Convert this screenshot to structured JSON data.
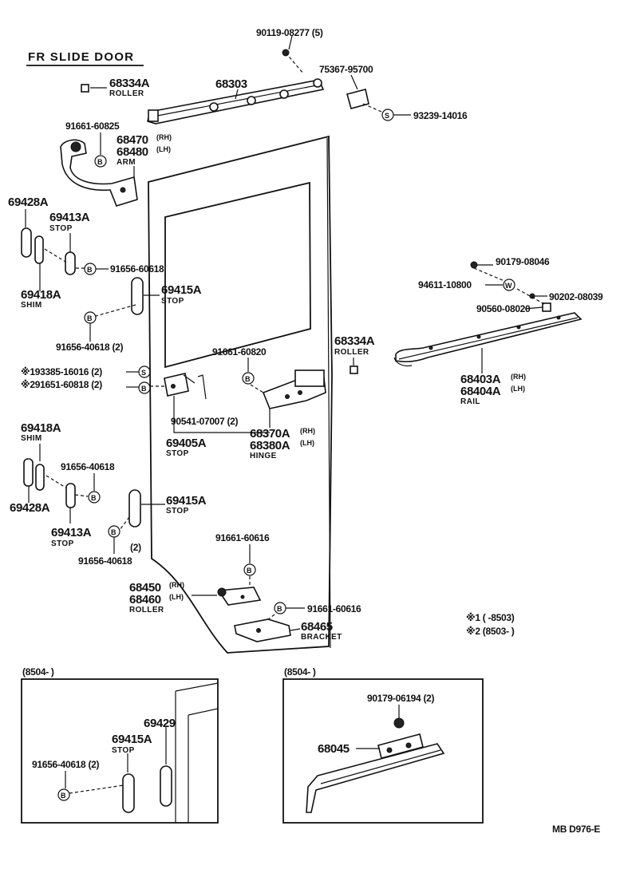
{
  "title": "FR SLIDE DOOR",
  "footer_code": "MB  D976-E",
  "labels": {
    "l01": "90119-08277 (5)",
    "l02": "75367-95700",
    "l03": "68334A",
    "l03s": "ROLLER",
    "l04": "68303",
    "l05": "93239-14016",
    "l06": "91661-60825",
    "l07a": "68470",
    "l07b": "68480",
    "l07s": "ARM",
    "l08": "69428A",
    "l09": "69413A",
    "l09s": "STOP",
    "l10": "91656-60618",
    "l11": "69418A",
    "l11s": "SHIM",
    "l12": "69415A",
    "l12s": "STOP",
    "l13": "91656-40618 (2)",
    "l14": "90179-08046",
    "l15": "94611-10800",
    "l16": "90202-08039",
    "l17": "90560-08020",
    "l18": "68334A",
    "l18s": "ROLLER",
    "l19": "91661-60820",
    "l20": "※193385-16016 (2)",
    "l21": "※291651-60818 (2)",
    "l22a": "68403A",
    "l22b": "68404A",
    "l22s": "RAIL",
    "l23": "90541-07007 (2)",
    "l24": "69405A",
    "l24s": "STOP",
    "l25a": "68370A",
    "l25b": "68380A",
    "l25s": "HINGE",
    "l26": "69418A",
    "l26s": "SHIM",
    "l27": "91656-40618",
    "l28": "69428A",
    "l29": "69415A",
    "l29s": "STOP",
    "l30": "69413A",
    "l30s": "STOP",
    "l31": "(2)",
    "l32": "91656-40618",
    "l33": "91661-60616",
    "l34a": "68450",
    "l34b": "68460",
    "l34s": "ROLLER",
    "l35": "91661-60616",
    "l36": "68465",
    "l36s": "BRACKET",
    "rh": "(RH)",
    "lh": "(LH)"
  },
  "notes": {
    "n1": "※1 (         -8503)",
    "n2": "※2 (8503-          )"
  },
  "inset_left": {
    "header": "(8504-          )",
    "p1": "69429",
    "p2": "69415A",
    "p2s": "STOP",
    "p3": "91656-40618 (2)"
  },
  "inset_right": {
    "header": "(8504-          )",
    "p1": "90179-06194 (2)",
    "p2": "68045"
  },
  "symbols": {
    "b": "B",
    "s": "S",
    "w": "W"
  }
}
